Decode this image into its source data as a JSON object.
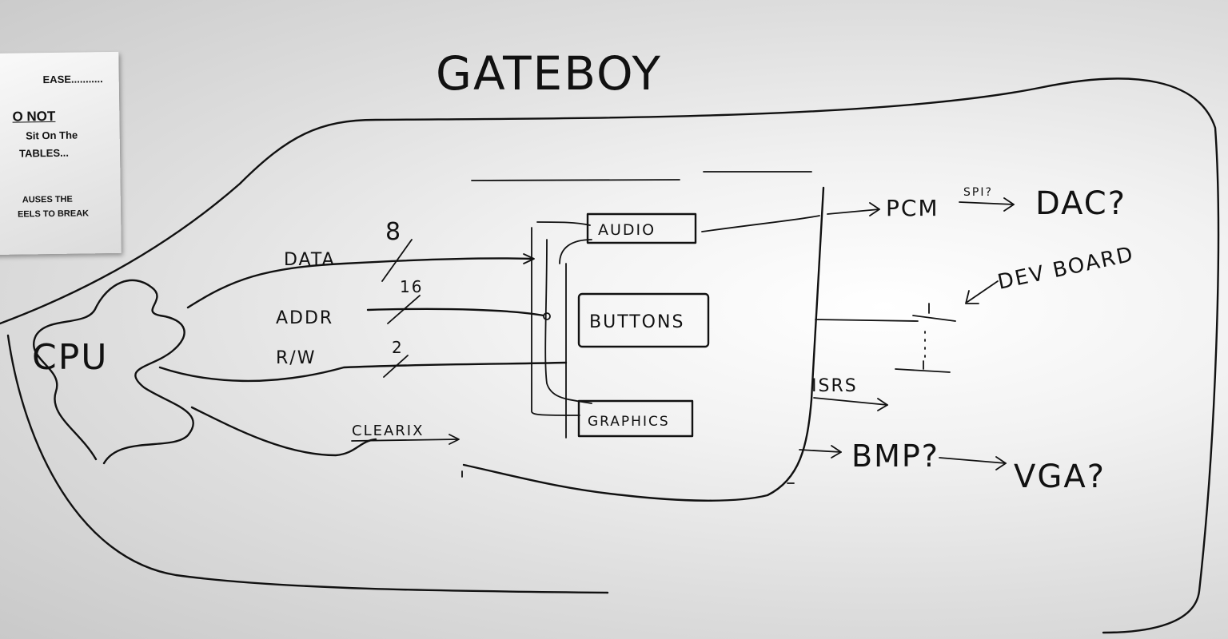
{
  "note": {
    "line1": "EASE...........",
    "line2": "O NOT",
    "line3": "Sit On The",
    "line4": "TABLES...",
    "line5": "AUSES THE",
    "line6": "EELS TO BREAK"
  },
  "diagram": {
    "title": "GATEBOY",
    "cpu": "CPU",
    "bus": {
      "data_label": "DATA",
      "data_width": "8",
      "addr_label": "ADDR",
      "addr_width": "16",
      "rw_label": "R/W",
      "rw_width": "2",
      "clear_label": "CLEARIX"
    },
    "blocks": {
      "audio": "AUDIO",
      "buttons": "BUTTONS",
      "graphics": "GRAPHICS"
    },
    "outputs": {
      "pcm": "PCM",
      "spi": "SPI?",
      "dac": "DAC?",
      "devboard": "DEV BOARD",
      "isrs": "ISRS",
      "bmp": "BMP?",
      "vga": "VGA?"
    }
  }
}
